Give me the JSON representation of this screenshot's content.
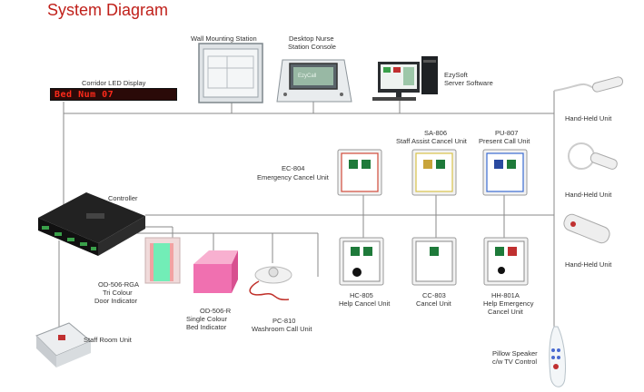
{
  "title": "System Diagram",
  "led_text": "Bed Num 07",
  "labels": {
    "corridor_led": "Corridor LED Display",
    "wall_station": "Wall Mounting Station",
    "nurse_console_1": "Desktop  Nurse",
    "nurse_console_2": "Station Console",
    "console_screen": "EzyCall",
    "server_1": "EzySoft",
    "server_2": "Server Software",
    "controller": "Controller",
    "ec804_1": "EC-804",
    "ec804_2": "Emergency Cancel Unit",
    "sa806_1": "SA-806",
    "sa806_2": "Staff Assist Cancel Unit",
    "pu807_1": "PU-807",
    "pu807_2": "Present Call Unit",
    "hc805_1": "HC-805",
    "hc805_2": "Help Cancel Unit",
    "cc803_1": "CC-803",
    "cc803_2": "Cancel Unit",
    "hh801a_1": "HH-801A",
    "hh801a_2": "Help Emergency",
    "hh801a_3": "Cancel Unit",
    "od506rga_1": "OD-506-RGA",
    "od506rga_2": "Tri Colour",
    "od506rga_3": "Door Indicator",
    "od506r_1": "OD-506-R",
    "od506r_2": "Single Colour",
    "od506r_3": "Bed Indicator",
    "pc810_1": "PC-810",
    "pc810_2": "Washroom Call Unit",
    "staff_room": "Staff Room Unit",
    "handheld_1": "Hand-Held Unit",
    "handheld_2": "Hand-Held Unit",
    "handheld_3": "Hand-Held Unit",
    "pillow_1": "Pillow Speaker",
    "pillow_2": "c/w TV Control"
  },
  "colors": {
    "title": "#c0201a",
    "led_bg": "#2a0a08",
    "led_text": "#ff2a1a",
    "line": "#8a8a8a",
    "ec804_border": "#d04a3a",
    "sa806_border": "#d8c24a",
    "pu807_border": "#3a6ad0",
    "door_indicator": "#5cf0b0",
    "bed_indicator": "#f070b0"
  }
}
